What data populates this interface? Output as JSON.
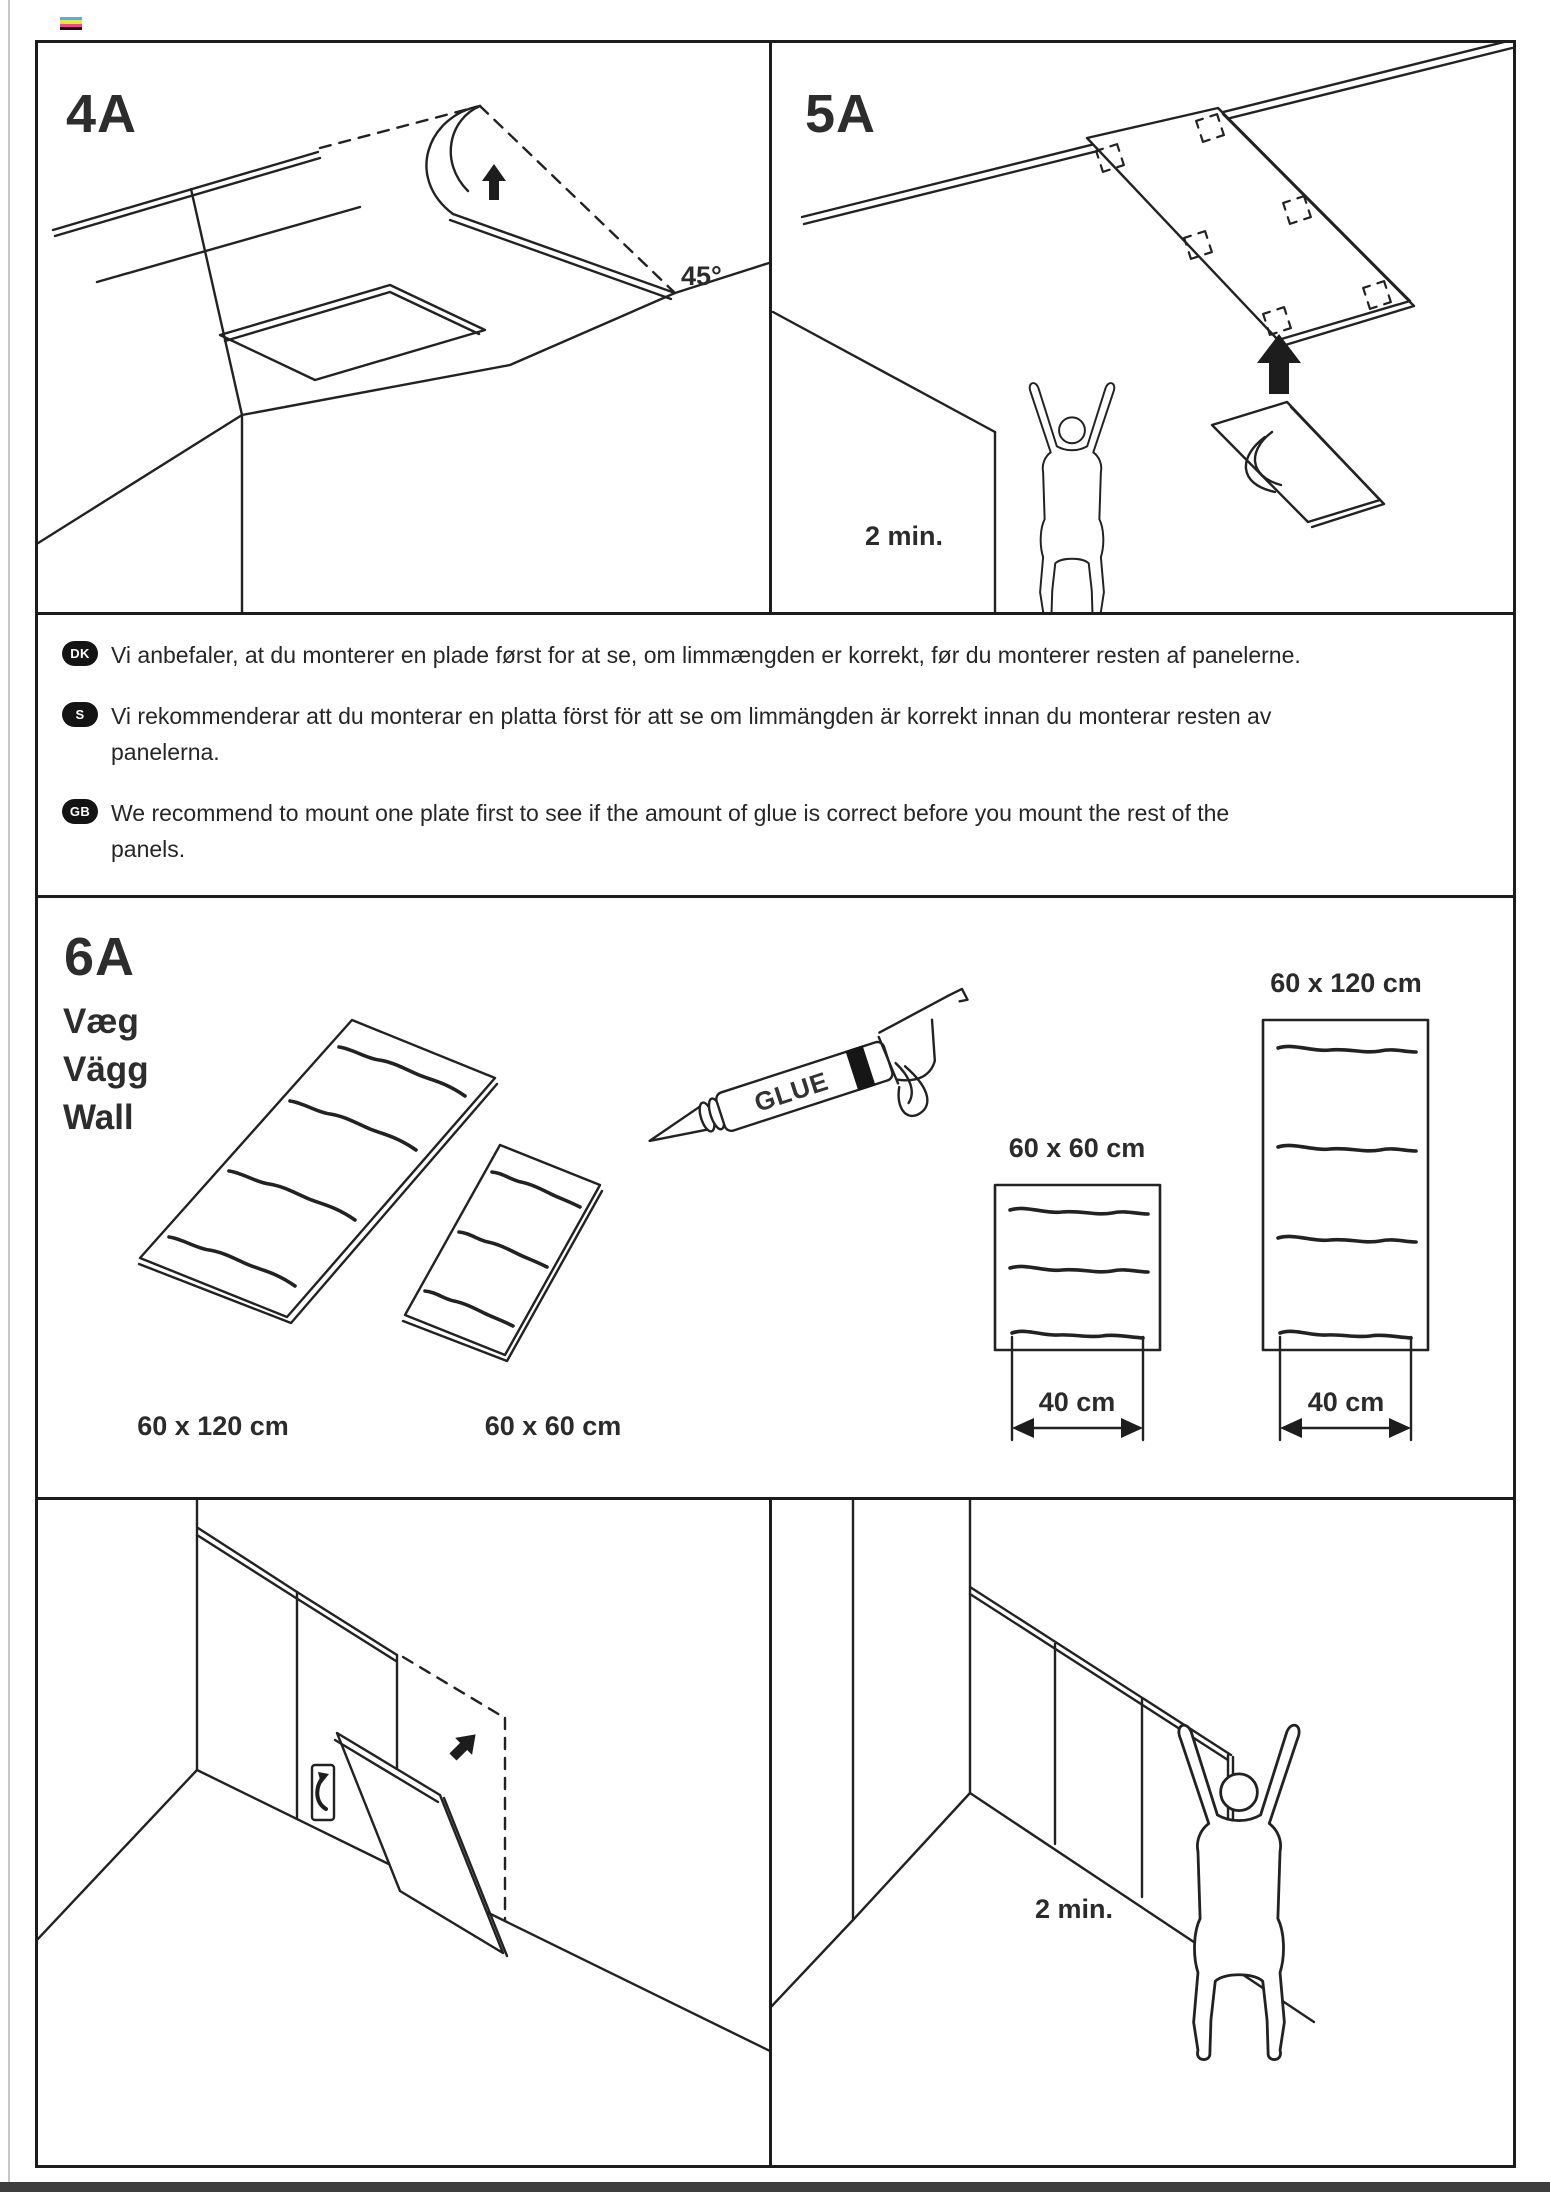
{
  "page": {
    "registration_mark_colors": [
      "#45b6e8",
      "#f5e13a",
      "#e8489a",
      "#121212"
    ],
    "line_color": "#222222"
  },
  "panels": {
    "step4a": {
      "label": "4A",
      "angle": "45°"
    },
    "step5a": {
      "label": "5A",
      "time": "2 min."
    },
    "step6a": {
      "label": "6A",
      "surface_da": "Væg",
      "surface_sv": "Vägg",
      "surface_en": "Wall",
      "glue": "GLUE",
      "iso_large_size": "60 x 120 cm",
      "iso_small_size": "60 x 60 cm",
      "front_large_size": "60 x 120 cm",
      "front_small_size": "60 x 60 cm",
      "front_large_width": "40 cm",
      "front_small_width": "40 cm"
    },
    "step7_right": {
      "time": "2 min."
    }
  },
  "notes": [
    {
      "lang": "DK",
      "text": "Vi anbefaler, at du monterer en plade først for at se, om limmængden er korrekt, før du monterer resten af panelerne."
    },
    {
      "lang": "S",
      "text": "Vi rekommenderar att du monterar en platta först för att se om limmängden är korrekt innan du monterar resten av\npanelerna."
    },
    {
      "lang": "GB",
      "text": "We recommend to mount one plate first to see if the amount of glue is correct before you mount the rest of the\npanels."
    }
  ]
}
